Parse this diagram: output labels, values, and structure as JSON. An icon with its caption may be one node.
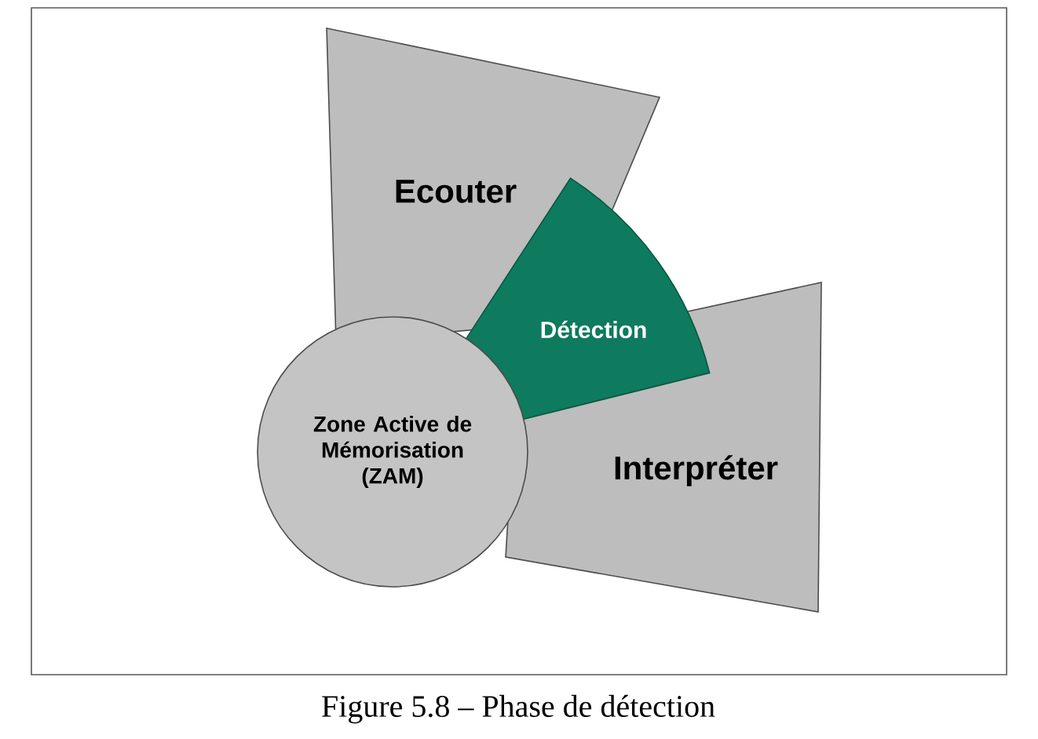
{
  "diagram": {
    "caption": "Figure 5.8 – Phase de détection",
    "nodes": [
      {
        "text": [
          "Ecouter"
        ]
      },
      {
        "text": [
          "Interpréter"
        ]
      },
      {
        "text": [
          "Détection"
        ]
      },
      {
        "text": [
          "Zone Active de Mémorisation (ZAM)"
        ]
      }
    ]
  }
}
